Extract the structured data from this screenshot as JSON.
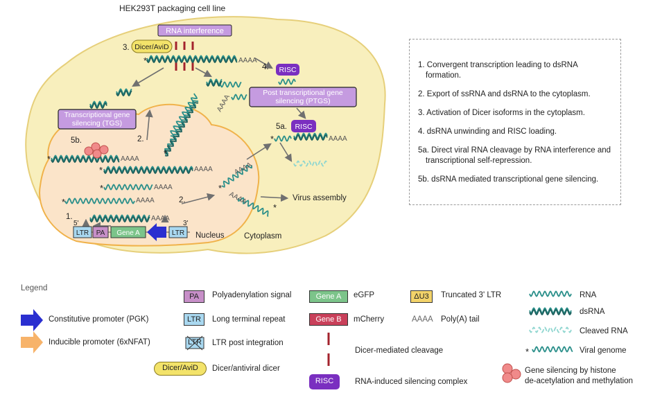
{
  "figure": {
    "cell_title": "HEK293T packaging cell line",
    "nucleus_label": "Nucleus",
    "cytoplasm_label": "Cytoplasm",
    "virus_assembly_label": "Virus assembly",
    "rna_interference_label": "RNA interference",
    "dicer_label": "Dicer/AviD",
    "risc_label": "RISC",
    "ptgs_label_line1": "Post transcriptional gene",
    "ptgs_label_line2": "silencing (PTGS)",
    "tgs_label_line1": "Transcriptional gene",
    "tgs_label_line2": "silencing (TGS)",
    "polya_text": "AAAA",
    "star": "*",
    "step_labels": {
      "s1": "1.",
      "s2a": "2.",
      "s2b": "2.",
      "s3": "3.",
      "s4": "4.",
      "s5a": "5a.",
      "s5b": "5b."
    },
    "construct": {
      "ltr_left": "LTR",
      "pa": "PA",
      "gene_a": "Gene A",
      "ltr_right": "LTR",
      "five_prime": "5'",
      "three_prime": "3'"
    }
  },
  "notes": [
    "1. Convergent transcription leading to dsRNA formation.",
    "2. Export of ssRNA and dsRNA to the cytoplasm.",
    "3. Activation of Dicer isoforms in the cytoplasm.",
    "4. dsRNA unwinding and RISC loading.",
    "5a. Direct viral RNA cleavage by RNA interference and transcriptional self-repression.",
    "5b. dsRNA mediated transcriptional gene silencing."
  ],
  "legend": {
    "title": "Legend",
    "constitutive": "Constitutive promoter (PGK)",
    "inducible": "Inducible promoter (6xNFAT)",
    "pa_chip": "PA",
    "pa_text": "Polyadenylation signal",
    "ltr_chip": "LTR",
    "ltr_text": "Long terminal repeat",
    "ltrpost_chip": "LTR",
    "ltrpost_text": "LTR post integration",
    "dicer_chip": "Dicer/AviD",
    "dicer_text": "Dicer/antiviral dicer",
    "genea_chip": "Gene A",
    "genea_text": "eGFP",
    "geneb_chip": "Gene B",
    "geneb_text": "mCherry",
    "cleavage_text": "Dicer-mediated cleavage",
    "risc_chip": "RISC",
    "risc_text": "RNA-induced silencing complex",
    "du3_chip": "ΔU3",
    "du3_text": "Truncated 3' LTR",
    "polya_chip": "AAAA",
    "polya_text": "Poly(A) tail",
    "rna_text": "RNA",
    "dsrna_text": "dsRNA",
    "cleaved_text": "Cleaved RNA",
    "viral_text": "Viral genome",
    "histone_text_line1": "Gene silencing by histone",
    "histone_text_line2": "de-acetylation and methylation"
  },
  "colors": {
    "cell_fill": "#f8efbd",
    "cell_stroke": "#e6cf7a",
    "nucleus_fill": "#fbe4c9",
    "nucleus_stroke": "#f0b24a",
    "rna": "#2a8f8a",
    "cleaved_rna": "#8fd6d0",
    "purple_box": "#c59be0",
    "risc": "#7a2fc0",
    "dicer": "#f3e36a",
    "cleavage": "#a3232d",
    "ltr": "#a9d8f0",
    "pa": "#c78fc8",
    "gene_a": "#7cc48a",
    "gene_b": "#c9405a",
    "du3": "#f3d36a",
    "constitutive": "#2a2fd0",
    "inducible": "#f7b36a",
    "histone": "#f08a8a"
  }
}
